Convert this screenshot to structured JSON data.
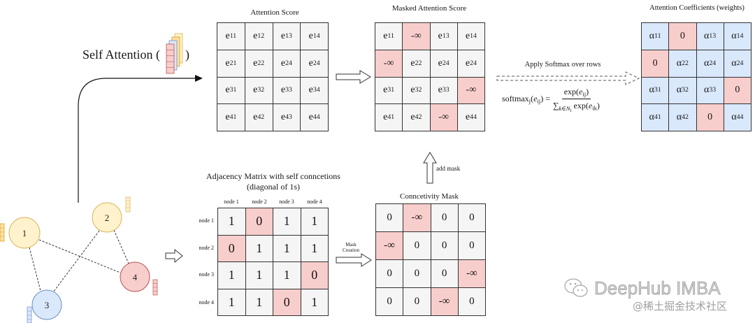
{
  "colors": {
    "gray": "#f5f5f5",
    "pink": "#f8cecc",
    "blue": "#dae8fc",
    "yellow": "#fff2cc",
    "border": "#333333"
  },
  "self_attention": {
    "label": "Self Attention (",
    "close": ")"
  },
  "attention_score": {
    "title": "Attention Score",
    "rows": [
      [
        {
          "b": "e",
          "s": "11",
          "fill": "gray"
        },
        {
          "b": "e",
          "s": "12",
          "fill": "gray"
        },
        {
          "b": "e",
          "s": "13",
          "fill": "gray"
        },
        {
          "b": "e",
          "s": "14",
          "fill": "gray"
        }
      ],
      [
        {
          "b": "e",
          "s": "21",
          "fill": "gray"
        },
        {
          "b": "e",
          "s": "22",
          "fill": "gray"
        },
        {
          "b": "e",
          "s": "24",
          "fill": "gray"
        },
        {
          "b": "e",
          "s": "24",
          "fill": "gray"
        }
      ],
      [
        {
          "b": "e",
          "s": "31",
          "fill": "gray"
        },
        {
          "b": "e",
          "s": "32",
          "fill": "gray"
        },
        {
          "b": "e",
          "s": "33",
          "fill": "gray"
        },
        {
          "b": "e",
          "s": "34",
          "fill": "gray"
        }
      ],
      [
        {
          "b": "e",
          "s": "41",
          "fill": "gray"
        },
        {
          "b": "e",
          "s": "42",
          "fill": "gray"
        },
        {
          "b": "e",
          "s": "43",
          "fill": "gray"
        },
        {
          "b": "e",
          "s": "44",
          "fill": "gray"
        }
      ]
    ]
  },
  "masked_attention_score": {
    "title": "Masked Attention Score",
    "rows": [
      [
        {
          "b": "e",
          "s": "11",
          "fill": "gray"
        },
        {
          "b": "-∞",
          "s": "",
          "fill": "pink"
        },
        {
          "b": "e",
          "s": "13",
          "fill": "gray"
        },
        {
          "b": "e",
          "s": "14",
          "fill": "gray"
        }
      ],
      [
        {
          "b": "-∞",
          "s": "",
          "fill": "pink"
        },
        {
          "b": "e",
          "s": "22",
          "fill": "gray"
        },
        {
          "b": "e",
          "s": "24",
          "fill": "gray"
        },
        {
          "b": "e",
          "s": "24",
          "fill": "gray"
        }
      ],
      [
        {
          "b": "e",
          "s": "31",
          "fill": "gray"
        },
        {
          "b": "e",
          "s": "32",
          "fill": "gray"
        },
        {
          "b": "e",
          "s": "33",
          "fill": "gray"
        },
        {
          "b": "-∞",
          "s": "",
          "fill": "pink"
        }
      ],
      [
        {
          "b": "e",
          "s": "41",
          "fill": "gray"
        },
        {
          "b": "e",
          "s": "42",
          "fill": "gray"
        },
        {
          "b": "-∞",
          "s": "",
          "fill": "pink"
        },
        {
          "b": "e",
          "s": "44",
          "fill": "gray"
        }
      ]
    ]
  },
  "softmax": {
    "label": "Apply Softmax over rows"
  },
  "formula": {
    "lhs_fn": "softmax",
    "lhs_fn_sub": "j",
    "lhs_open": "(",
    "lhs_var": "e",
    "lhs_var_sub": "ij",
    "lhs_close": ") =",
    "num_fn": "exp(",
    "num_var": "e",
    "num_var_sub": "ij",
    "num_close": ")",
    "den_sum": "∑",
    "den_sum_sub": "k∈N",
    "den_sum_subsub": "i",
    "den_fn": "exp(",
    "den_var": "e",
    "den_var_sub": "ik",
    "den_close": ")"
  },
  "attention_coefficients": {
    "title": "Attention Coefficients (weights)",
    "rows": [
      [
        {
          "b": "α",
          "s": "11",
          "fill": "blue"
        },
        {
          "b": "0",
          "s": "",
          "fill": "pink"
        },
        {
          "b": "α",
          "s": "13",
          "fill": "blue"
        },
        {
          "b": "α",
          "s": "14",
          "fill": "blue"
        }
      ],
      [
        {
          "b": "0",
          "s": "",
          "fill": "pink"
        },
        {
          "b": "α",
          "s": "22",
          "fill": "blue"
        },
        {
          "b": "α",
          "s": "24",
          "fill": "blue"
        },
        {
          "b": "α",
          "s": "24",
          "fill": "blue"
        }
      ],
      [
        {
          "b": "α",
          "s": "31",
          "fill": "blue"
        },
        {
          "b": "α",
          "s": "32",
          "fill": "blue"
        },
        {
          "b": "α",
          "s": "33",
          "fill": "blue"
        },
        {
          "b": "0",
          "s": "",
          "fill": "pink"
        }
      ],
      [
        {
          "b": "α",
          "s": "41",
          "fill": "blue"
        },
        {
          "b": "α",
          "s": "42",
          "fill": "blue"
        },
        {
          "b": "0",
          "s": "",
          "fill": "pink"
        },
        {
          "b": "α",
          "s": "44",
          "fill": "blue"
        }
      ]
    ]
  },
  "add_mask": {
    "label": "add mask"
  },
  "adjacency_matrix": {
    "title_line1": "Adjacency Matrix with self conncetions",
    "title_line2": "(diagonal of 1s)",
    "col_headers": [
      "node 1",
      "node 2",
      "node 3",
      "node 4"
    ],
    "row_headers": [
      "node 1",
      "node 2",
      "node 3",
      "node 4"
    ],
    "rows": [
      [
        {
          "b": "1",
          "s": "",
          "fill": "gray"
        },
        {
          "b": "0",
          "s": "",
          "fill": "pink"
        },
        {
          "b": "1",
          "s": "",
          "fill": "gray"
        },
        {
          "b": "1",
          "s": "",
          "fill": "gray"
        }
      ],
      [
        {
          "b": "0",
          "s": "",
          "fill": "pink"
        },
        {
          "b": "1",
          "s": "",
          "fill": "gray"
        },
        {
          "b": "1",
          "s": "",
          "fill": "gray"
        },
        {
          "b": "1",
          "s": "",
          "fill": "gray"
        }
      ],
      [
        {
          "b": "1",
          "s": "",
          "fill": "gray"
        },
        {
          "b": "1",
          "s": "",
          "fill": "gray"
        },
        {
          "b": "1",
          "s": "",
          "fill": "gray"
        },
        {
          "b": "0",
          "s": "",
          "fill": "pink"
        }
      ],
      [
        {
          "b": "1",
          "s": "",
          "fill": "gray"
        },
        {
          "b": "1",
          "s": "",
          "fill": "gray"
        },
        {
          "b": "0",
          "s": "",
          "fill": "pink"
        },
        {
          "b": "1",
          "s": "",
          "fill": "gray"
        }
      ]
    ]
  },
  "mask_creation": {
    "line1": "Mask",
    "line2": "Creation"
  },
  "connectivity_mask": {
    "title": "Conncetivity Mask",
    "rows": [
      [
        {
          "b": "0",
          "s": "",
          "fill": "gray"
        },
        {
          "b": "-∞",
          "s": "",
          "fill": "pink"
        },
        {
          "b": "0",
          "s": "",
          "fill": "gray"
        },
        {
          "b": "0",
          "s": "",
          "fill": "gray"
        }
      ],
      [
        {
          "b": "-∞",
          "s": "",
          "fill": "pink"
        },
        {
          "b": "0",
          "s": "",
          "fill": "gray"
        },
        {
          "b": "0",
          "s": "",
          "fill": "gray"
        },
        {
          "b": "0",
          "s": "",
          "fill": "gray"
        }
      ],
      [
        {
          "b": "0",
          "s": "",
          "fill": "gray"
        },
        {
          "b": "0",
          "s": "",
          "fill": "gray"
        },
        {
          "b": "0",
          "s": "",
          "fill": "gray"
        },
        {
          "b": "-∞",
          "s": "",
          "fill": "pink"
        }
      ],
      [
        {
          "b": "0",
          "s": "",
          "fill": "gray"
        },
        {
          "b": "0",
          "s": "",
          "fill": "gray"
        },
        {
          "b": "-∞",
          "s": "",
          "fill": "pink"
        },
        {
          "b": "0",
          "s": "",
          "fill": "gray"
        }
      ]
    ]
  },
  "graph": {
    "nodes": [
      {
        "label": "1",
        "color": "yellow"
      },
      {
        "label": "2",
        "color": "yellow"
      },
      {
        "label": "3",
        "color": "blue"
      },
      {
        "label": "4",
        "color": "pink"
      }
    ],
    "edges": [
      [
        "1",
        "4"
      ],
      [
        "1",
        "3"
      ],
      [
        "2",
        "3"
      ],
      [
        "2",
        "4"
      ]
    ]
  },
  "watermark": {
    "icon": "wechat-icon",
    "main": "DeepHub IMBA",
    "sub": "@稀土掘金技术社区"
  }
}
